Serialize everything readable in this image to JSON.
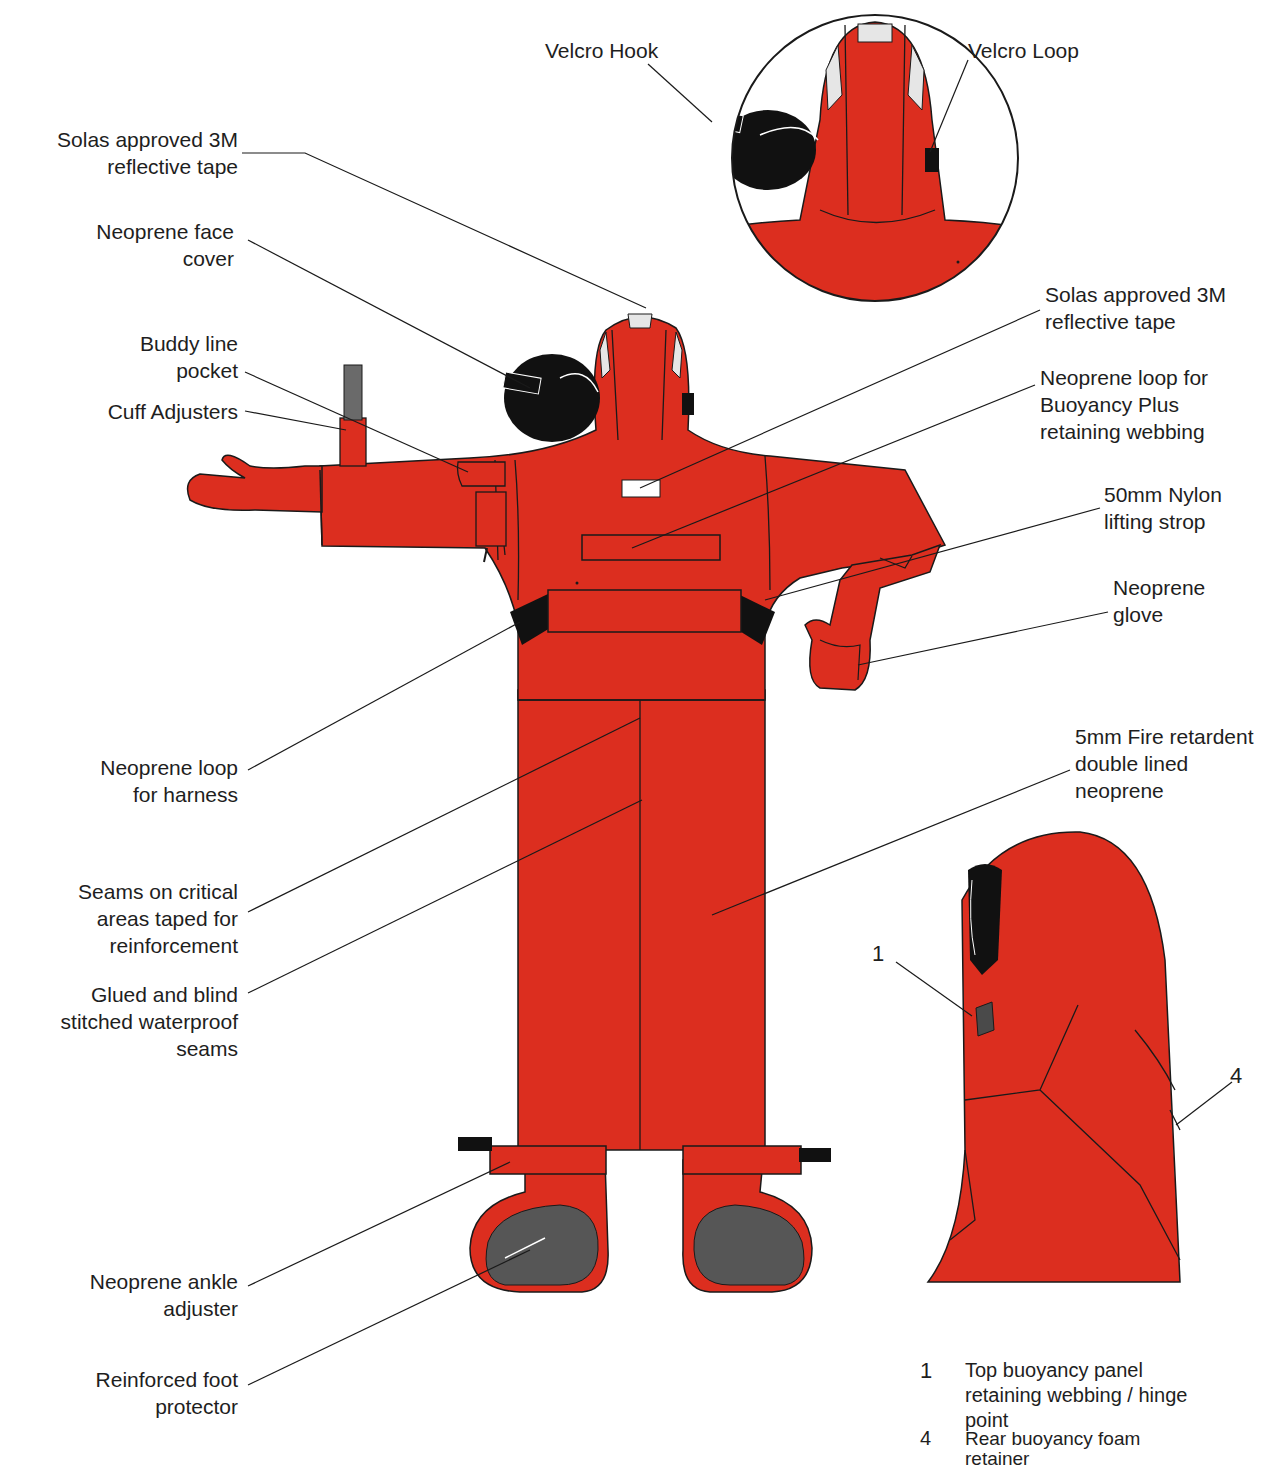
{
  "diagram": {
    "labels": [
      "Velcro Hook",
      "Velcro Loop",
      "Solas approved 3M reflective tape",
      "Neoprene face cover",
      "Buddy line pocket",
      "Cuff Adjusters",
      "Solas approved 3M reflective tape",
      "Neoprene loop for Buoyancy Plus retaining webbing",
      "50mm Nylon lifting strop",
      "Neoprene glove",
      "Neoprene loop for harness",
      "5mm Fire retardent double lined neoprene",
      "Seams on critical areas taped for reinforcement",
      "Glued and blind stitched waterproof seams",
      "1",
      "4",
      "Neoprene ankle adjuster",
      "Reinforced foot protector",
      "1",
      "Top buoyancy panel retaining webbing / hinge point",
      "4",
      "Rear buoyancy foam retainer"
    ]
  }
}
